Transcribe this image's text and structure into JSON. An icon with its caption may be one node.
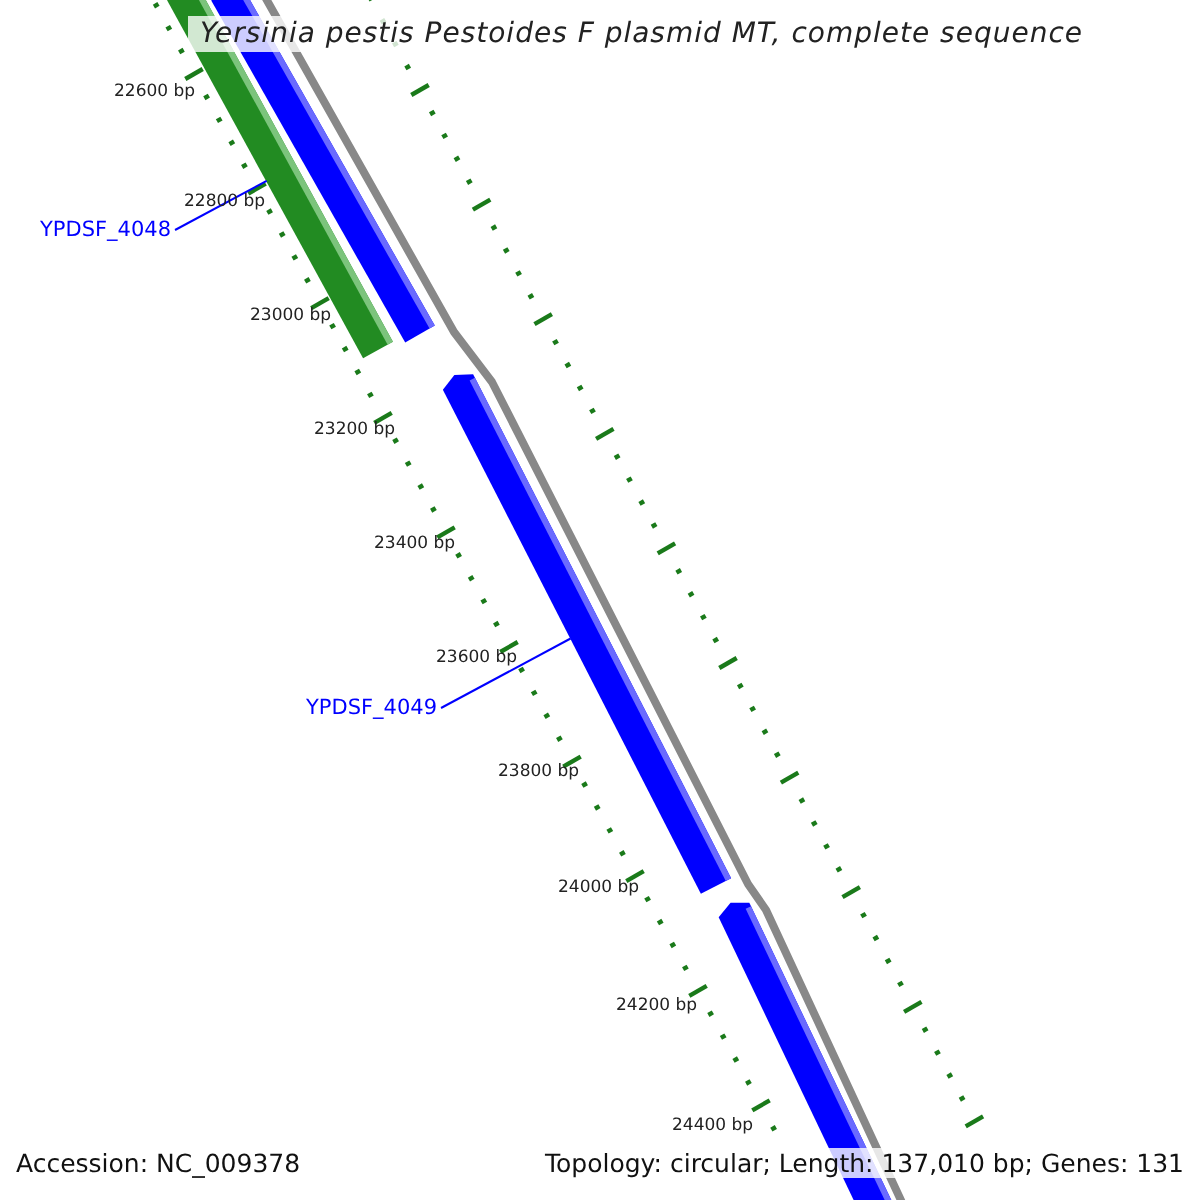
{
  "diagram": {
    "title": "Yersinia pestis Pestoides F plasmid MT, complete sequence",
    "nodes": [
      {
        "text": [
          "YPDSF_4048"
        ]
      },
      {
        "text": [],
        "shape": "bar"
      },
      {
        "text": [],
        "shape": "bar"
      },
      {
        "text": [
          "YPDSF_4049"
        ]
      },
      {
        "text": [],
        "shape": "bar"
      },
      {
        "text": [],
        "shape": "bar"
      }
    ],
    "edges": [
      {
        "from": 0,
        "to": 1,
        "arrow": "none"
      },
      {
        "from": 3,
        "to": 4,
        "arrow": "none"
      }
    ],
    "labels": [
      "22600 bp",
      "22800 bp",
      "23000 bp",
      "23200 bp",
      "23400 bp",
      "23600 bp",
      "23800 bp",
      "24000 bp",
      "24200 bp",
      "24400 bp",
      "Accession: NC_009378",
      "Topology: circular; Length: 137,010 bp; Genes: 131"
    ]
  }
}
